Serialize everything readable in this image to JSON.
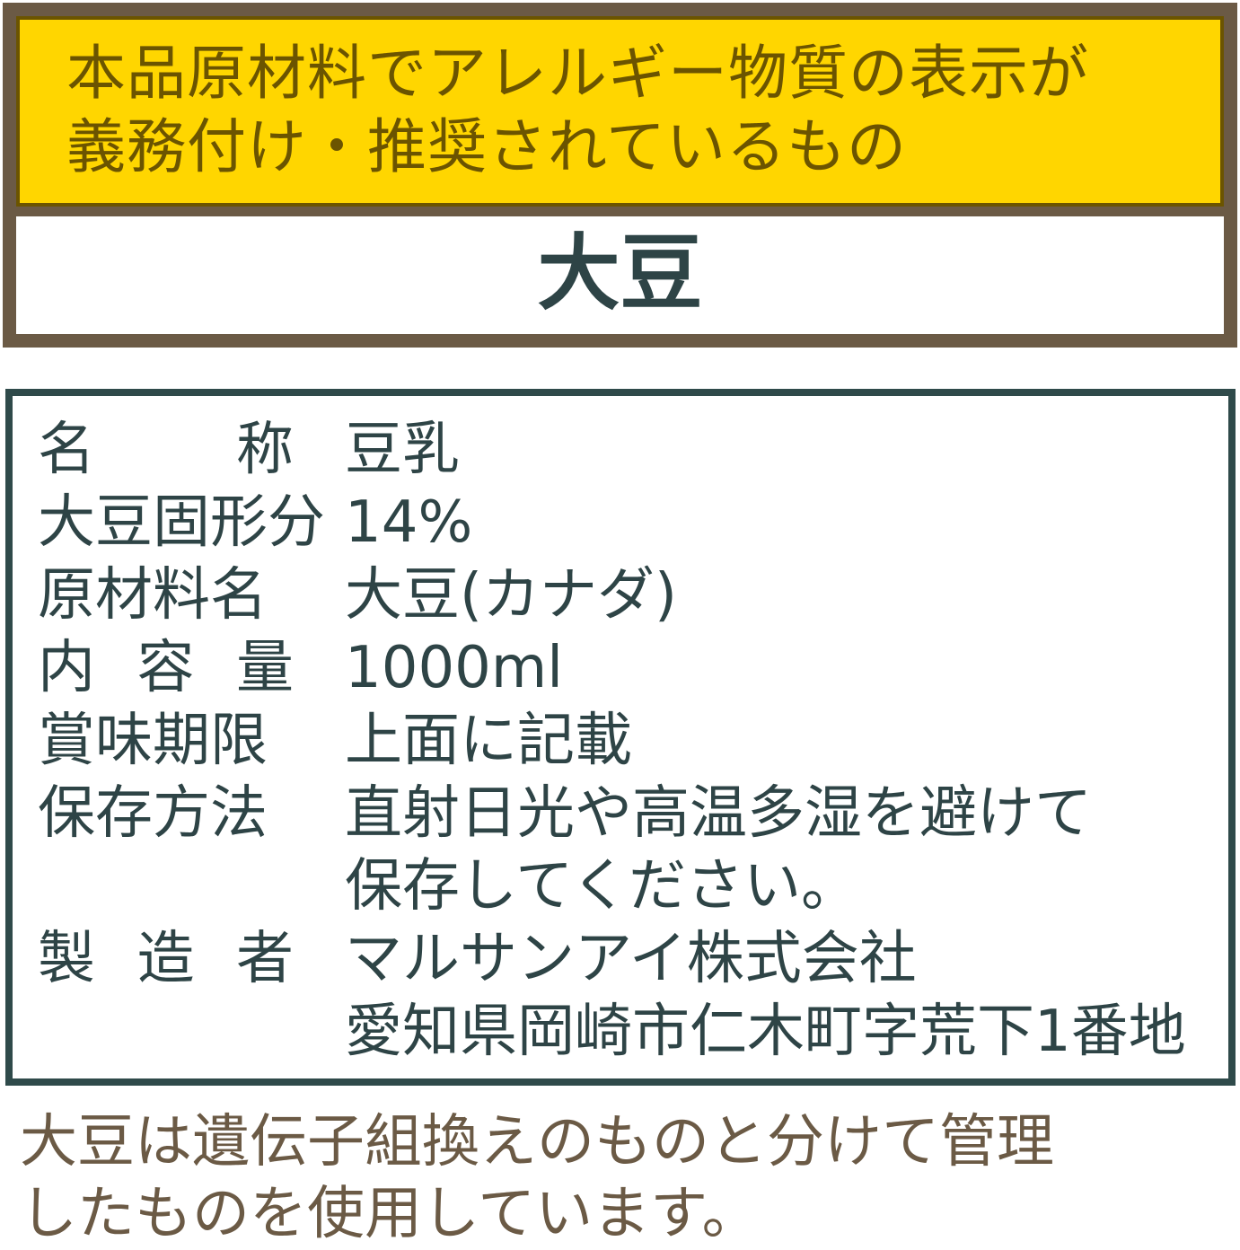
{
  "allergen": {
    "header_lines": [
      "本品原材料でアレルギー物質の表示が",
      "義務付け・推奨されているもの"
    ],
    "value": "大豆"
  },
  "info": {
    "rows": [
      {
        "label": [
          "名",
          "称"
        ],
        "value": "豆乳"
      },
      {
        "label": [
          "大豆固形分"
        ],
        "value": "14%"
      },
      {
        "label": [
          "原材料名"
        ],
        "value": "大豆(カナダ)"
      },
      {
        "label": [
          "内",
          "容",
          "量"
        ],
        "value": "1000ml"
      },
      {
        "label": [
          "賞味期限"
        ],
        "value": "上面に記載"
      },
      {
        "label": [
          "保存方法"
        ],
        "value": "直射日光や高温多湿を避けて",
        "value2": "保存してください。"
      },
      {
        "label": [
          "製",
          "造",
          "者"
        ],
        "value": "マルサンアイ株式会社",
        "value2": "愛知県岡崎市仁木町字荒下1番地"
      }
    ]
  },
  "note_lines": [
    "大豆は遺伝子組換えのものと分けて管理",
    "したものを使用しています。"
  ],
  "colors": {
    "yellow": "#ffd600",
    "brown": "#6b5a45",
    "olive_text": "#6b5400",
    "teal_text": "#2e4446"
  }
}
